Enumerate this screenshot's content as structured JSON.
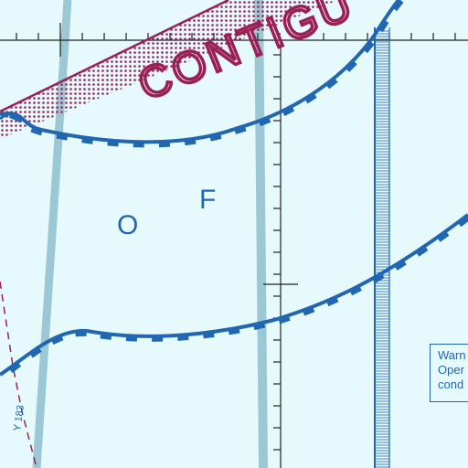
{
  "map": {
    "area_label": "CONTIGU",
    "zone_letters": [
      "O",
      "F"
    ],
    "airway_label": "Y 183",
    "note_lines": [
      "Warn",
      "Oper",
      "cond"
    ]
  },
  "colors": {
    "background": "#e6fafc",
    "boundary_blue": "#2166b0",
    "contiguous_zone": "#9b1f55",
    "airway_light_blue": "#9cc8d6",
    "grid_black": "#222222"
  }
}
